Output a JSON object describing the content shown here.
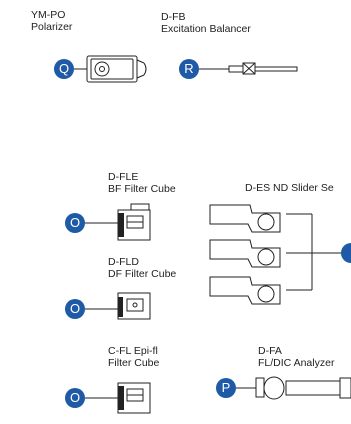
{
  "colors": {
    "badge": "#1f5aa6",
    "line": "#222222"
  },
  "items": [
    {
      "code": "YM-PO",
      "name": "Polarizer",
      "badge": "Q"
    },
    {
      "code": "D-FB",
      "name": "Excitation Balancer",
      "badge": "R"
    },
    {
      "code": "D-FLE",
      "name": "BF Filter Cube",
      "badge": "O"
    },
    {
      "code": "D-ES ND Slider Se",
      "name": "",
      "badge": ""
    },
    {
      "code": "D-FLD",
      "name": "DF Filter Cube",
      "badge": "O"
    },
    {
      "code": "C-FL Epi-fl",
      "name": "Filter Cube",
      "badge": "O"
    },
    {
      "code": "D-FA",
      "name": "FL/DIC Analyzer",
      "badge": "P"
    }
  ]
}
